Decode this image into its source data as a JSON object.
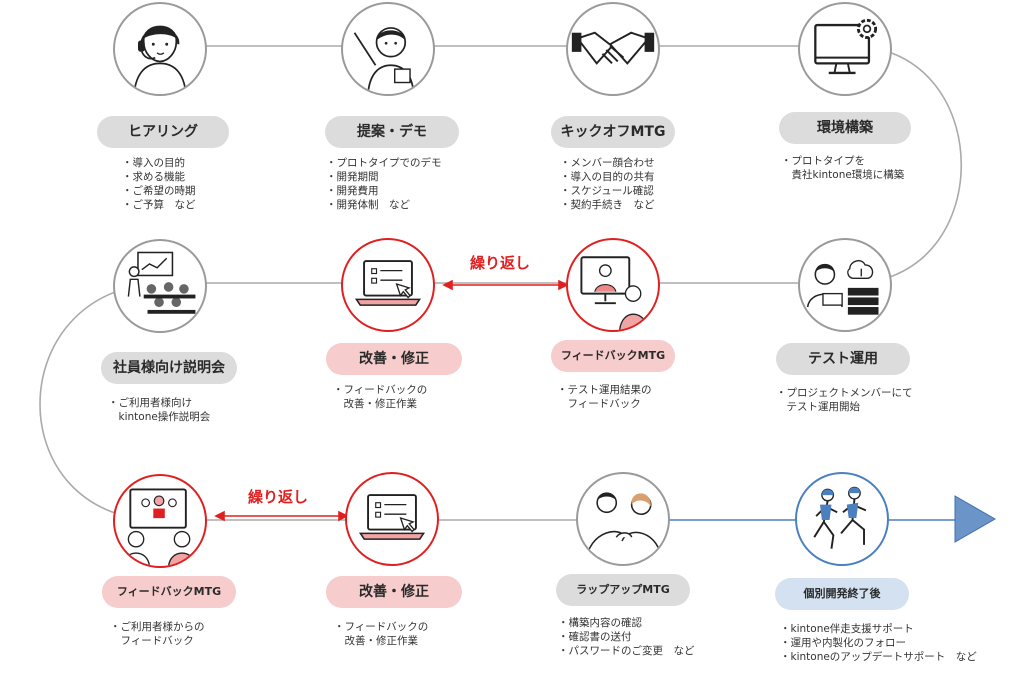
{
  "steps": {
    "hearing": {
      "label": "ヒアリング",
      "items": [
        "・導入の目的",
        "・求める機能",
        "・ご希望の時期",
        "・ご予算　など"
      ]
    },
    "proposal": {
      "label": "提案・デモ",
      "items": [
        "・プロトタイプでのデモ",
        "・開発期間",
        "・開発費用",
        "・開発体制　など"
      ]
    },
    "kickoff": {
      "label": "キックオフMTG",
      "items": [
        "・メンバー顔合わせ",
        "・導入の目的の共有",
        "・スケジュール確認",
        "・契約手続き　など"
      ]
    },
    "env": {
      "label": "環境構築",
      "items": [
        "・プロトタイプを",
        "　貴社kintone環境に構築"
      ]
    },
    "test": {
      "label": "テスト運用",
      "items": [
        "・プロジェクトメンバーにて",
        "　テスト運用開始"
      ]
    },
    "feedback1": {
      "label": "フィードバックMTG",
      "items": [
        "・テスト運用結果の",
        "　フィードバック"
      ]
    },
    "improve1": {
      "label": "改善・修正",
      "items": [
        "・フィードバックの",
        "　改善・修正作業"
      ]
    },
    "briefing": {
      "label": "社員様向け説明会",
      "items": [
        "・ご利用者様向け",
        "　kintone操作説明会"
      ]
    },
    "feedback2": {
      "label": "フィードバックMTG",
      "items": [
        "・ご利用者様からの",
        "　フィードバック"
      ]
    },
    "improve2": {
      "label": "改善・修正",
      "items": [
        "・フィードバックの",
        "　改善・修正作業"
      ]
    },
    "wrapup": {
      "label": "ラップアップMTG",
      "items": [
        "・構築内容の確認",
        "・確認書の送付",
        "・パスワードのご変更　など"
      ]
    },
    "dev_end": {
      "label": "個別開発終了後",
      "items": [
        "・kintone伴走支援サポート",
        "・運用や内製化のフォロー",
        "・kintoneのアップデートサポート　など"
      ]
    }
  },
  "repeat_label_1": "繰り返し",
  "repeat_label_2": "繰り返し",
  "colors": {
    "red": "#e02020",
    "blue": "#4a7fc0",
    "gray": "#dcdcdc",
    "pink": "#f6cccc",
    "lightblue": "#d3e1f1"
  },
  "icons": {
    "hearing": "headset-operator-icon",
    "proposal": "presenter-icon",
    "kickoff": "handshake-icon",
    "env": "monitor-gear-icon",
    "test": "tester-server-icon",
    "feedback1": "video-call-icon",
    "improve1": "laptop-checklist-icon",
    "briefing": "briefing-session-icon",
    "feedback2": "group-video-call-icon",
    "improve2": "laptop-checklist-icon",
    "wrapup": "handshake-people-icon",
    "dev_end": "runners-icon"
  }
}
